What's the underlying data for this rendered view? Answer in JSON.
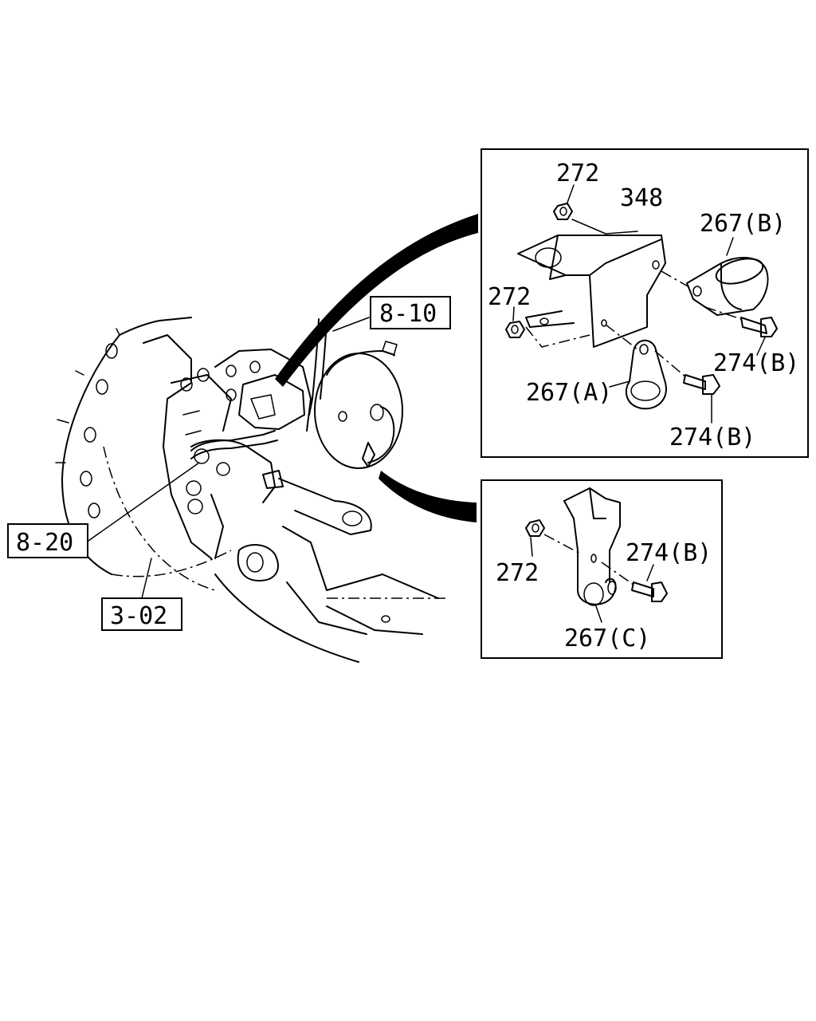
{
  "callouts": {
    "ref_8_10": "8-10",
    "ref_8_20": "8-20",
    "ref_3_02": "3-02"
  },
  "detail_top": {
    "l_272_a": "272",
    "l_348": "348",
    "l_267b": "267(B)",
    "l_272_b": "272",
    "l_274b_a": "274(B)",
    "l_267a": "267(A)",
    "l_274b_b": "274(B)"
  },
  "detail_bottom": {
    "l_272": "272",
    "l_274b": "274(B)",
    "l_267c": "267(C)"
  }
}
